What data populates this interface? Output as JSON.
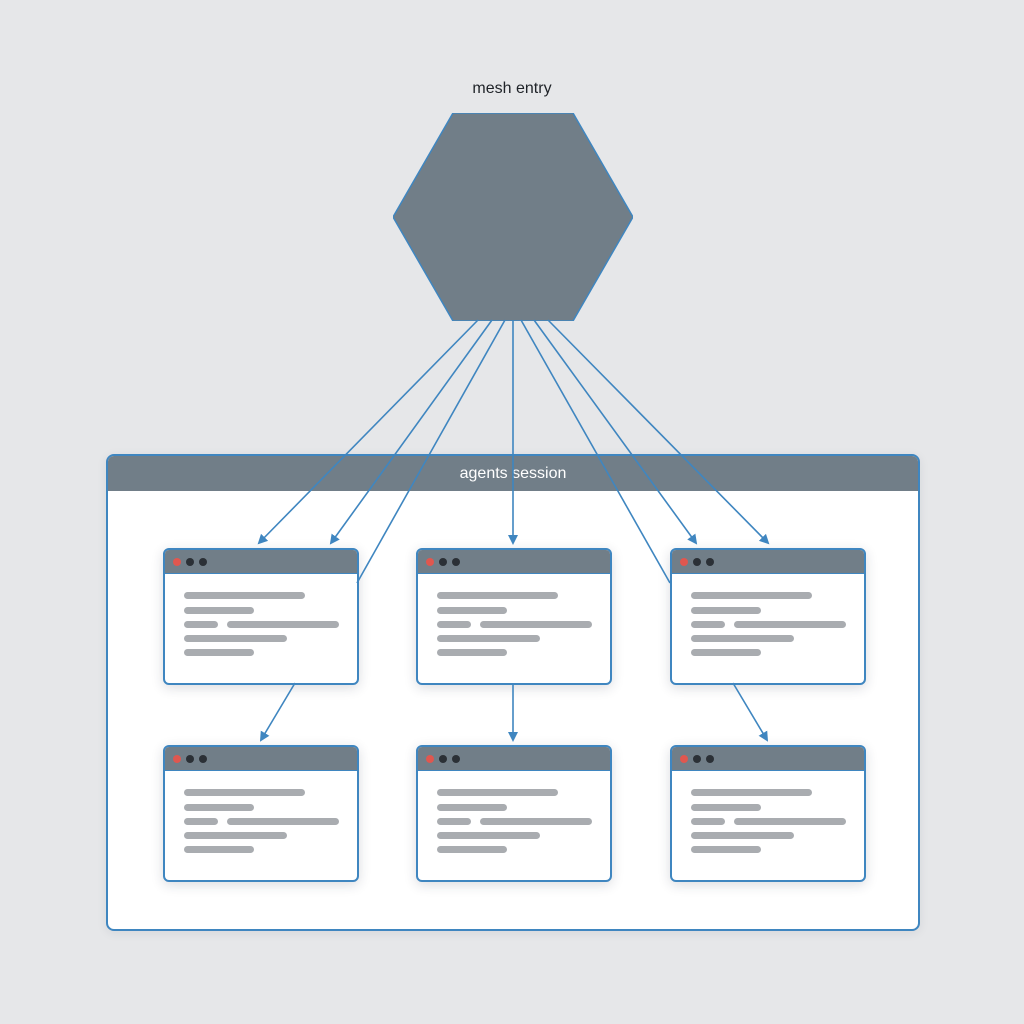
{
  "diagram": {
    "entry": {
      "label": "mesh entry",
      "color": "#717e88"
    },
    "session": {
      "title": "agents session",
      "header_color": "#717e88",
      "border_color": "#3f86c0"
    },
    "agents": [
      {
        "row": 1,
        "col": 1
      },
      {
        "row": 1,
        "col": 2
      },
      {
        "row": 1,
        "col": 3
      },
      {
        "row": 2,
        "col": 1
      },
      {
        "row": 2,
        "col": 2
      },
      {
        "row": 2,
        "col": 3
      }
    ],
    "connection_color": "#3f86c0",
    "card_title_bar_color": "#717e88",
    "window_dot_colors": [
      "#e0574f",
      "#2b3036",
      "#2b3036"
    ]
  }
}
